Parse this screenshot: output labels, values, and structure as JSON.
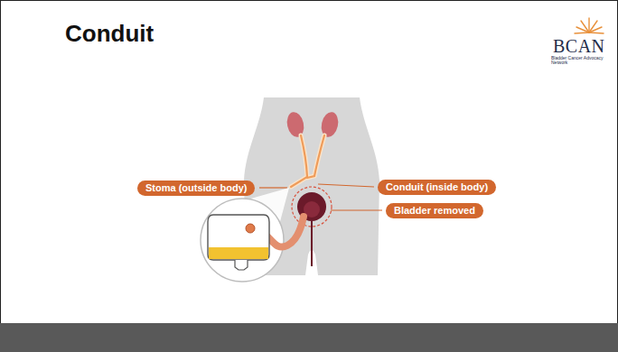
{
  "diagram": {
    "title": "Conduit",
    "nodes": [
      {
        "text": [
          "Stoma (outside body)"
        ]
      },
      {
        "text": [
          "Conduit (inside body)"
        ]
      },
      {
        "text": [
          "Bladder removed"
        ]
      }
    ],
    "labels": [
      "BCAN",
      "Bladder Cancer Advocacy Network"
    ]
  }
}
